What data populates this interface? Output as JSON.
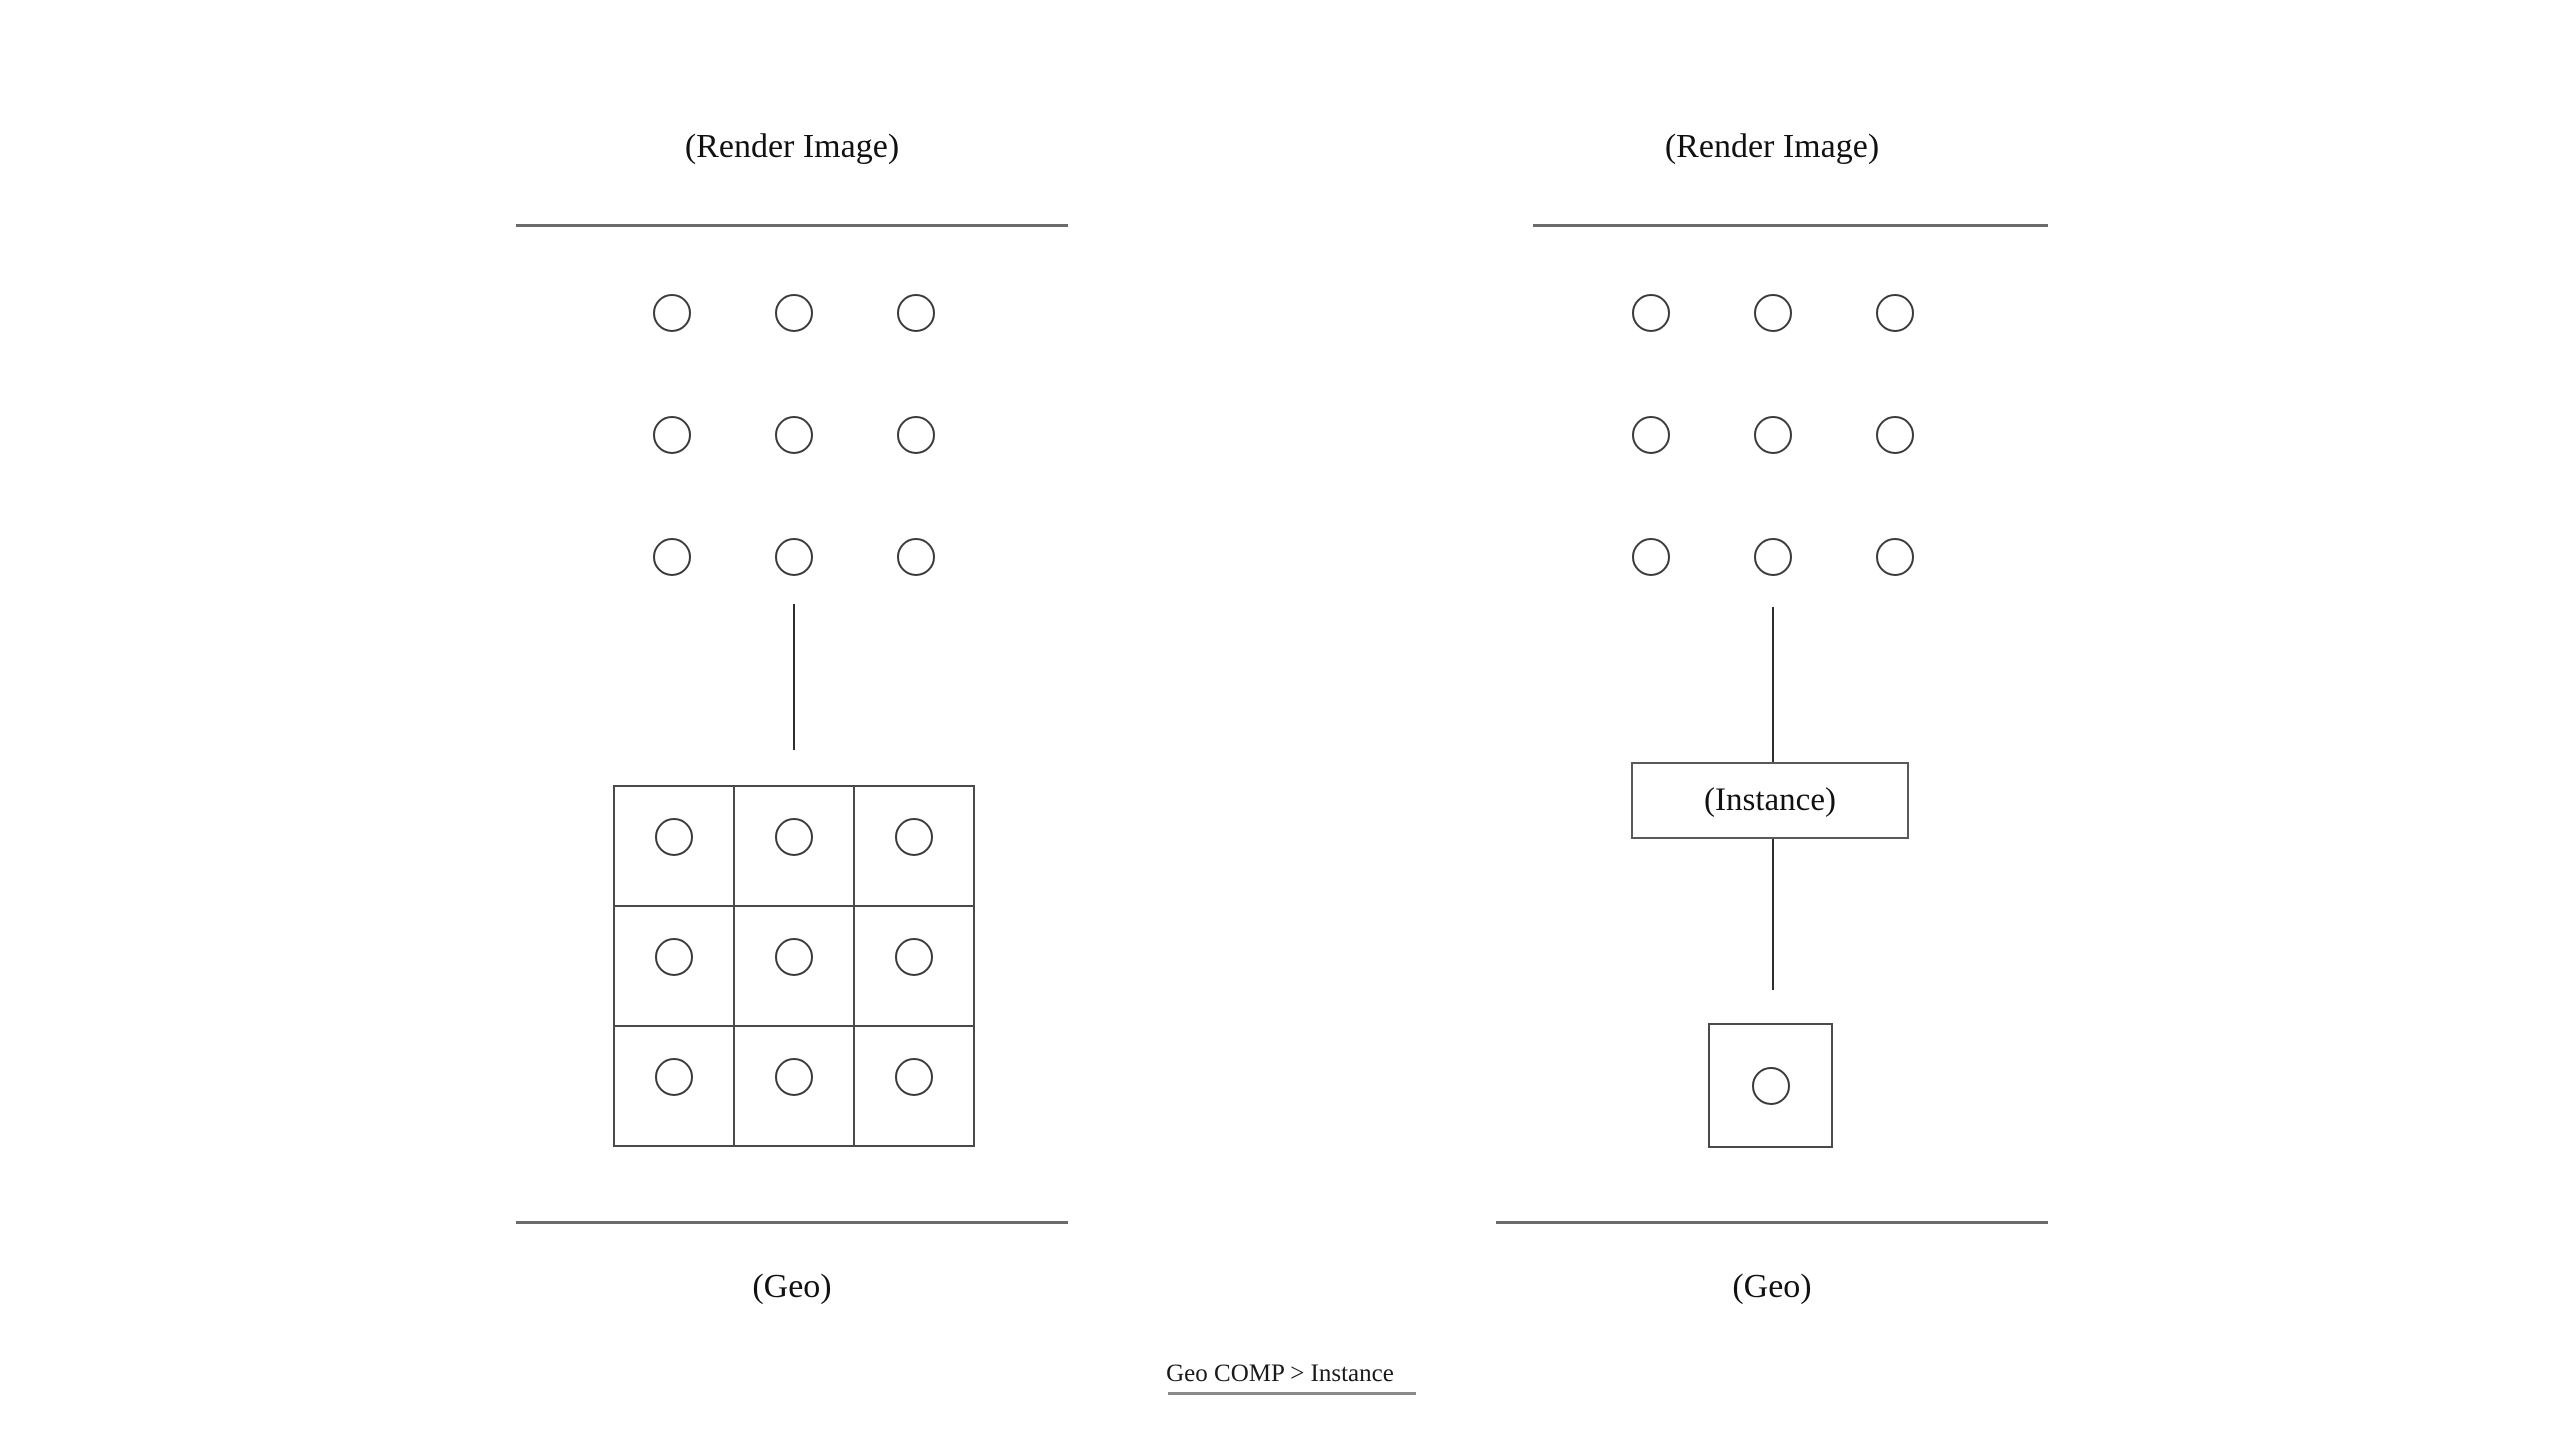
{
  "page": {
    "background": "#ffffff",
    "line_color": "#6b6b6b",
    "stroke_color": "#3a3a3a",
    "text_color": "#111111"
  },
  "panels": [
    {
      "id": "left",
      "title": "(Render Image)",
      "caption": "(Geo)",
      "render_circles": {
        "rows": 3,
        "cols": 3,
        "count": 9
      },
      "geo": {
        "type": "grid",
        "rows": 3,
        "cols": 3,
        "cells": 9,
        "circles_per_cell": 1
      },
      "has_instance_node": false
    },
    {
      "id": "right",
      "title": "(Render Image)",
      "caption": "(Geo)",
      "render_circles": {
        "rows": 3,
        "cols": 3,
        "count": 9
      },
      "geo": {
        "type": "single",
        "rows": 1,
        "cols": 1,
        "cells": 1,
        "circles_per_cell": 1
      },
      "has_instance_node": true,
      "instance_node_label": "(Instance)"
    }
  ],
  "footer": {
    "caption": "Geo COMP > Instance"
  }
}
